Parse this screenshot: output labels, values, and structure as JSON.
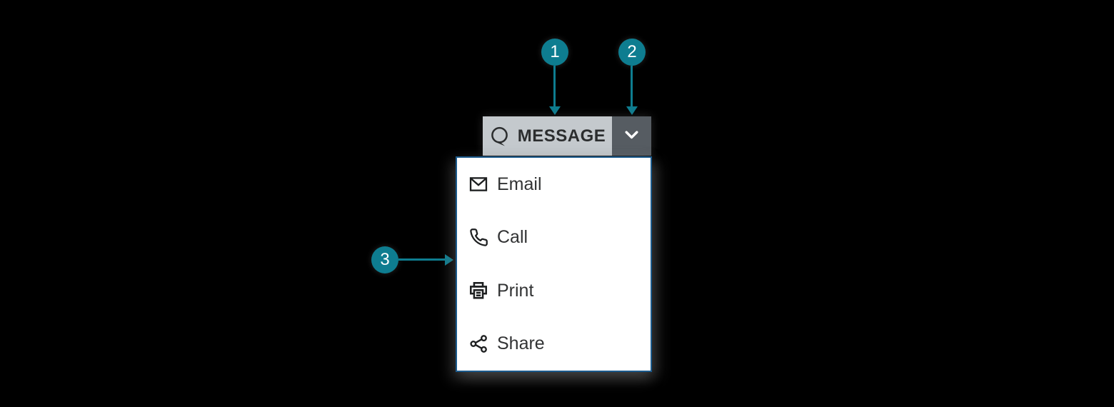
{
  "colors": {
    "background": "#000000",
    "accent_teal": "#0e7d90",
    "button_bg": "#c4c9cd",
    "caret_bg": "#565c62",
    "dropdown_border": "#1b5a8c",
    "dropdown_bg": "#ffffff",
    "button_text": "#2b2d2e",
    "menu_text": "#323334",
    "icon_color": "#1d1f20",
    "badge_text": "#ffffff"
  },
  "callouts": [
    {
      "number": "1"
    },
    {
      "number": "2"
    },
    {
      "number": "3"
    }
  ],
  "split_button": {
    "label": "MESSAGE",
    "label_icon": "speech-bubble-icon",
    "caret_icon": "chevron-down-icon"
  },
  "menu": {
    "items": [
      {
        "label": "Email",
        "icon": "email-icon"
      },
      {
        "label": "Call",
        "icon": "phone-icon"
      },
      {
        "label": "Print",
        "icon": "printer-icon"
      },
      {
        "label": "Share",
        "icon": "share-icon"
      }
    ]
  }
}
